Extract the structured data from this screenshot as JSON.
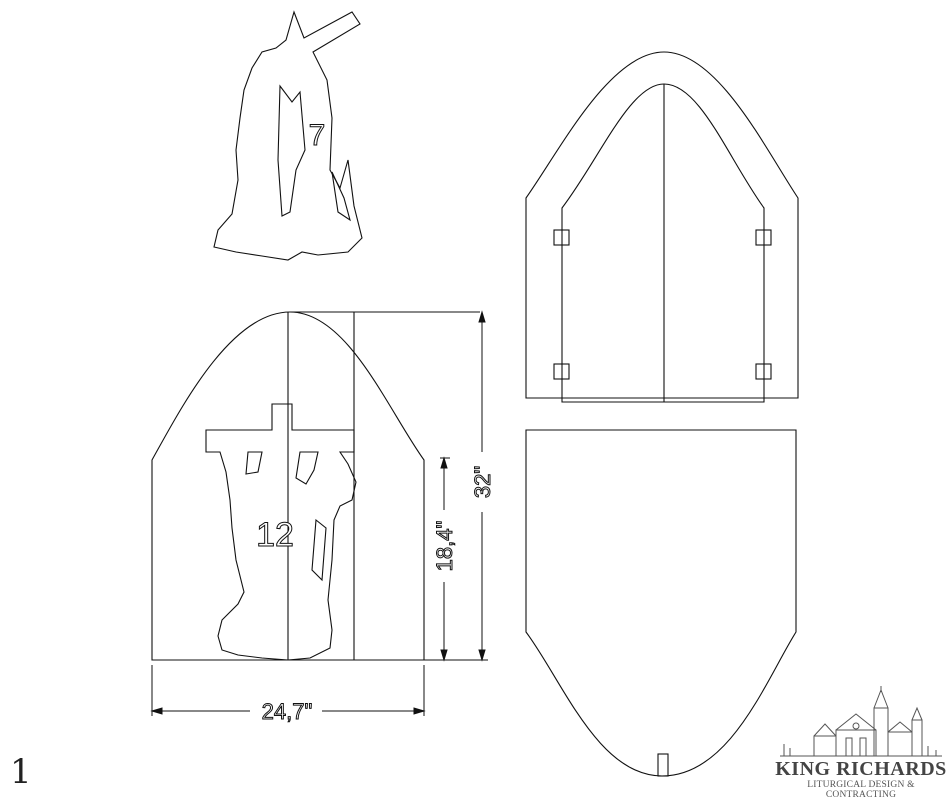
{
  "page_number": "1",
  "figure": {
    "station_top": "7",
    "station_main": "12",
    "dim_width": "24,7\"",
    "dim_height_total": "32\"",
    "dim_height_lower": "18,4\""
  },
  "brand": {
    "name": "KING RICHARDS",
    "tagline": "LITURGICAL DESIGN & CONTRACTING"
  }
}
